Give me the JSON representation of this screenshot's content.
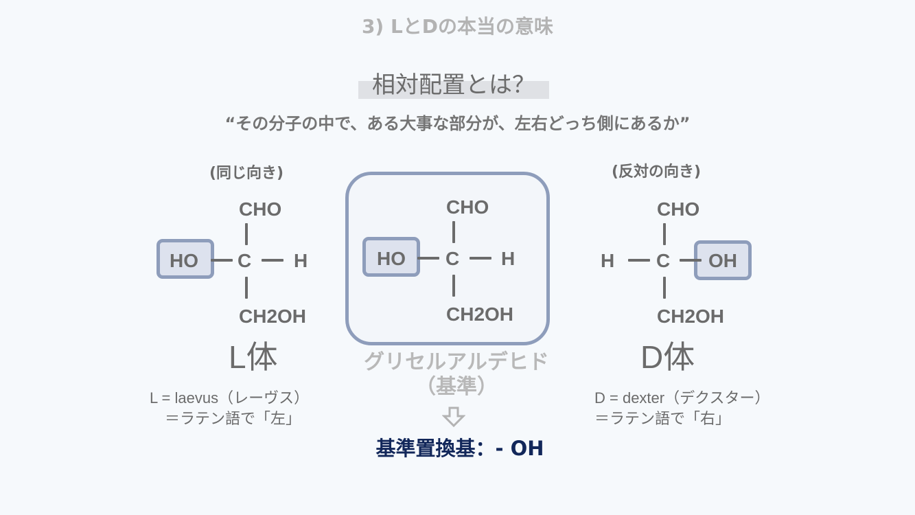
{
  "slide": {
    "title": "3) LとDの本当の意味",
    "subtitle": "相対配置とは？",
    "quote": "“その分子の中で、ある大事な部分が、左右どっち側にあるか”"
  },
  "colors": {
    "background": "#f6f9fc",
    "text": "#6b6b6b",
    "highlight_fill": "#dde2ee",
    "highlight_border": "#8e9dbb",
    "reference_group": "#12275a",
    "faded_text": "#b8b8b8"
  },
  "l_isomer": {
    "orientation_label": "(同じ向き)",
    "top": "CHO",
    "left": "HO",
    "center": "C",
    "right": "H",
    "bottom": "CH2OH",
    "highlighted": "HO",
    "name": "L体",
    "description_line1": "L = laevus（レーヴス）",
    "description_line2": "＝ラテン語で「左」"
  },
  "reference": {
    "top": "CHO",
    "left": "HO",
    "center": "C",
    "right": "H",
    "bottom": "CH2OH",
    "highlighted": "HO",
    "name_line1": "グリセルアルデヒド",
    "name_line2": "（基準）",
    "arrow_icon": "down-arrow-outline",
    "reference_group": "基準置換基：- OH"
  },
  "d_isomer": {
    "orientation_label": "(反対の向き)",
    "top": "CHO",
    "left": "H",
    "center": "C",
    "right": "OH",
    "bottom": "CH2OH",
    "highlighted": "OH",
    "name": "D体",
    "description_line1": "D = dexter（デクスター）",
    "description_line2": "＝ラテン語で「右」"
  }
}
